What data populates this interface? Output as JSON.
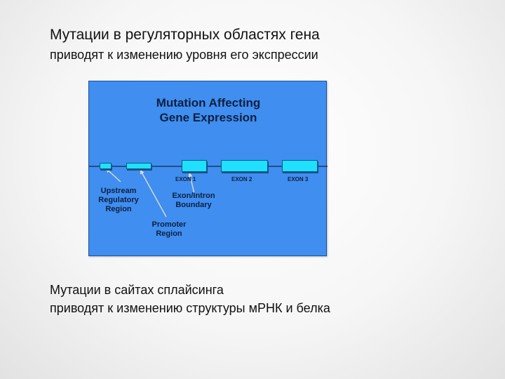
{
  "slide": {
    "heading_line1": "Мутации в регуляторных областях гена",
    "heading_line2": "приводят к изменению уровня его экспрессии",
    "footer_line1": "Мутации в сайтах сплайсинга",
    "footer_line2": "приводят к изменению структуры мРНК и белка"
  },
  "diagram": {
    "title_line1": "Mutation Affecting",
    "title_line2": "Gene Expression",
    "exons": [
      "EXON 1",
      "EXON 2",
      "EXON 3"
    ],
    "labels": {
      "upstream": [
        "Upstream",
        "Regulatory",
        "Region"
      ],
      "boundary": [
        "Exon/Intron",
        "Boundary"
      ],
      "promoter": [
        "Promoter",
        "Region"
      ]
    },
    "colors": {
      "background": "#3f8ef0",
      "exon_fill": "#1fe0ff",
      "text": "#0e1f3f"
    }
  }
}
